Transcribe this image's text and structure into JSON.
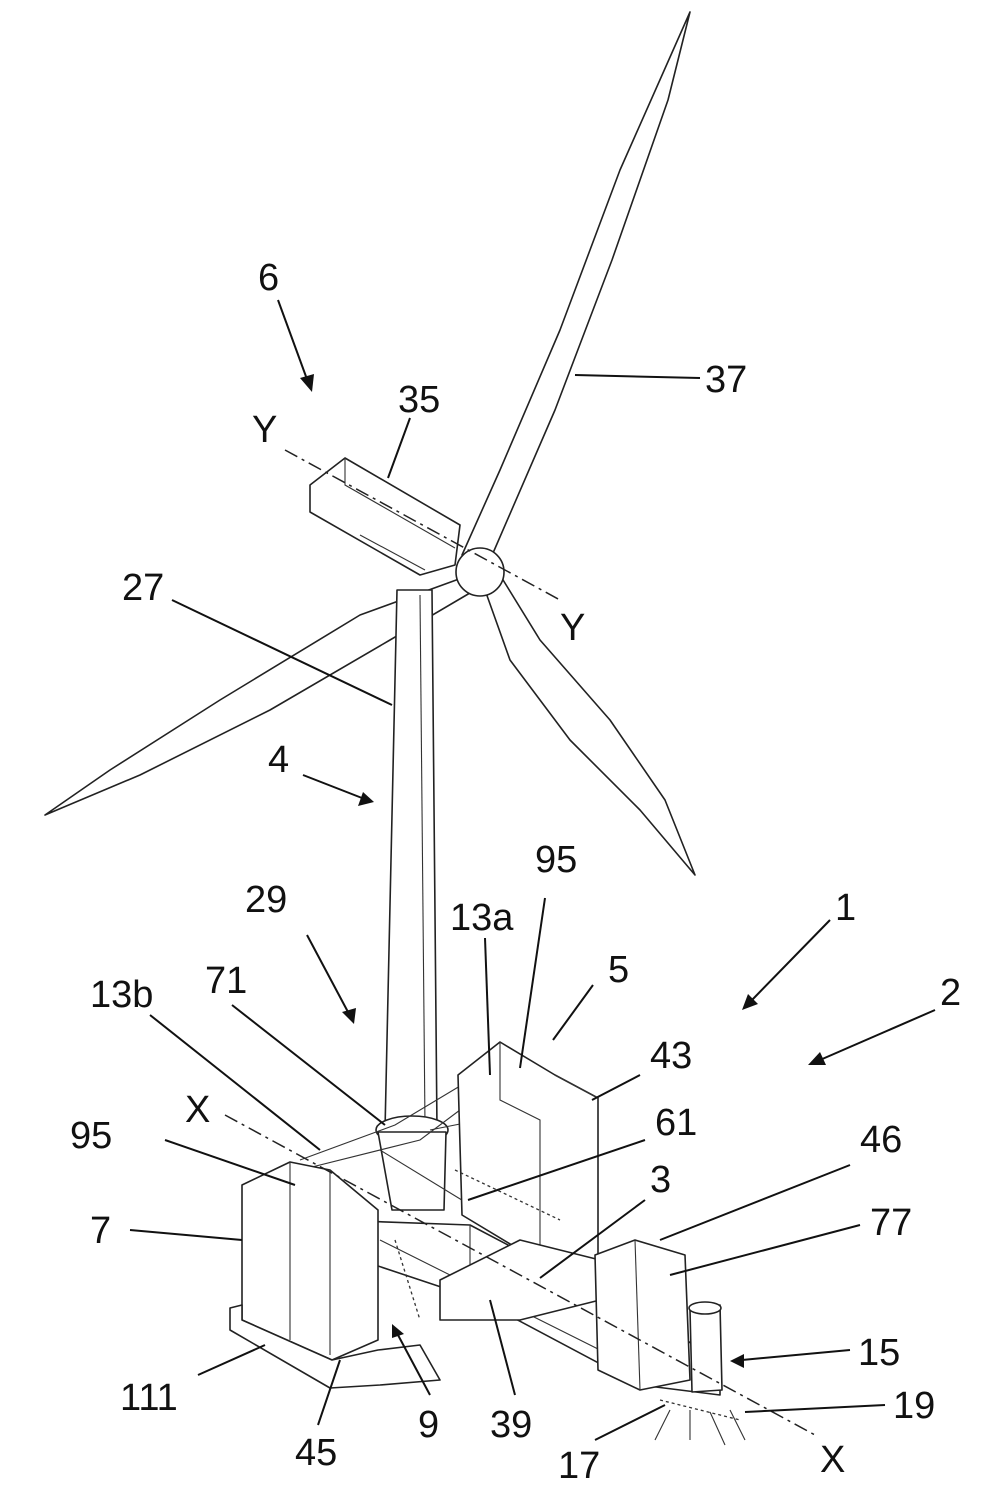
{
  "labels": {
    "l1": "1",
    "l2": "2",
    "l3": "3",
    "l4": "4",
    "l5": "5",
    "l6": "6",
    "l7": "7",
    "l9": "9",
    "l13a": "13a",
    "l13b": "13b",
    "l15": "15",
    "l17": "17",
    "l19": "19",
    "l27": "27",
    "l29": "29",
    "l35": "35",
    "l37": "37",
    "l39": "39",
    "l43": "43",
    "l45": "45",
    "l46": "46",
    "l61": "61",
    "l71": "71",
    "l77": "77",
    "l95a": "95",
    "l95b": "95",
    "l111": "111",
    "x1": "X",
    "x2": "X",
    "y1": "Y",
    "y2": "Y"
  }
}
